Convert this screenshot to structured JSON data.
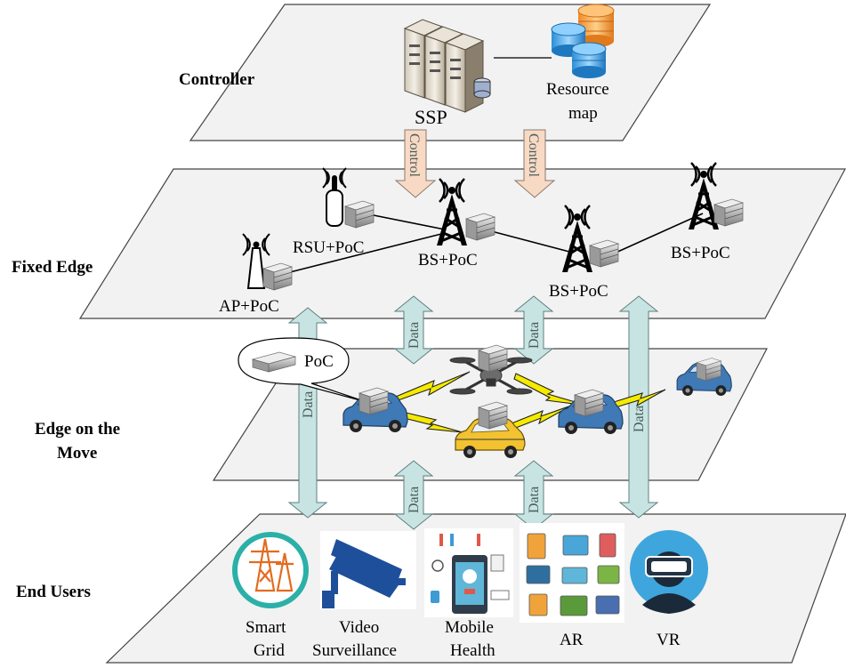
{
  "layers": {
    "controller": "Controller",
    "fixed_edge": "Fixed Edge",
    "edge_move_1": "Edge on the",
    "edge_move_2": "Move",
    "end_users": "End Users"
  },
  "controller": {
    "ssp": "SSP",
    "resource_map_1": "Resource",
    "resource_map_2": "map"
  },
  "arrows": {
    "control": "Control",
    "data": "Data"
  },
  "fixed_edge": {
    "rsu": "RSU+PoC",
    "ap": "AP+PoC",
    "bs1": "BS+PoC",
    "bs2": "BS+PoC",
    "bs3": "BS+PoC"
  },
  "move": {
    "poc": "PoC"
  },
  "users": {
    "smart_1": "Smart",
    "smart_2": "Grid",
    "video_1": "Video",
    "video_2": "Surveillance",
    "health_1": "Mobile",
    "health_2": "Health",
    "ar": "AR",
    "vr": "VR"
  },
  "colors": {
    "plane_fill": "#f2f2f2",
    "control_arrow": "#f8d9c4",
    "data_arrow": "#c7e4e2",
    "car_blue": "#3f79b6",
    "taxi_yellow": "#f2c230",
    "bolt_yellow": "#f5ea00"
  }
}
